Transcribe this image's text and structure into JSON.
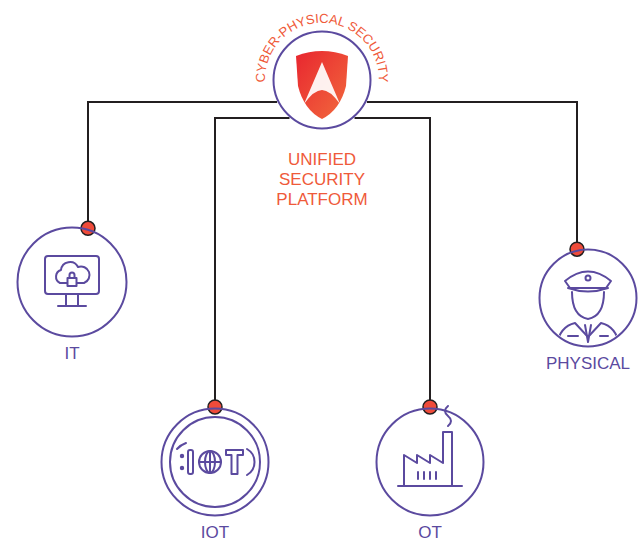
{
  "diagram": {
    "title": "CYBER-PHYSICAL SECURITY",
    "nodes": [
      {
        "text": [
          "UNIFIED SECURITY PLATFORM"
        ]
      },
      {
        "text": [
          "IT"
        ]
      },
      {
        "text": [
          "IOT"
        ]
      },
      {
        "text": [
          "OT"
        ]
      },
      {
        "text": [
          "PHYSICAL"
        ]
      }
    ],
    "edges": [
      {
        "from": 0,
        "to": 1,
        "arrow": "none"
      },
      {
        "from": 0,
        "to": 2,
        "arrow": "none"
      },
      {
        "from": 0,
        "to": 3,
        "arrow": "none"
      },
      {
        "from": 0,
        "to": 4,
        "arrow": "none"
      }
    ]
  }
}
